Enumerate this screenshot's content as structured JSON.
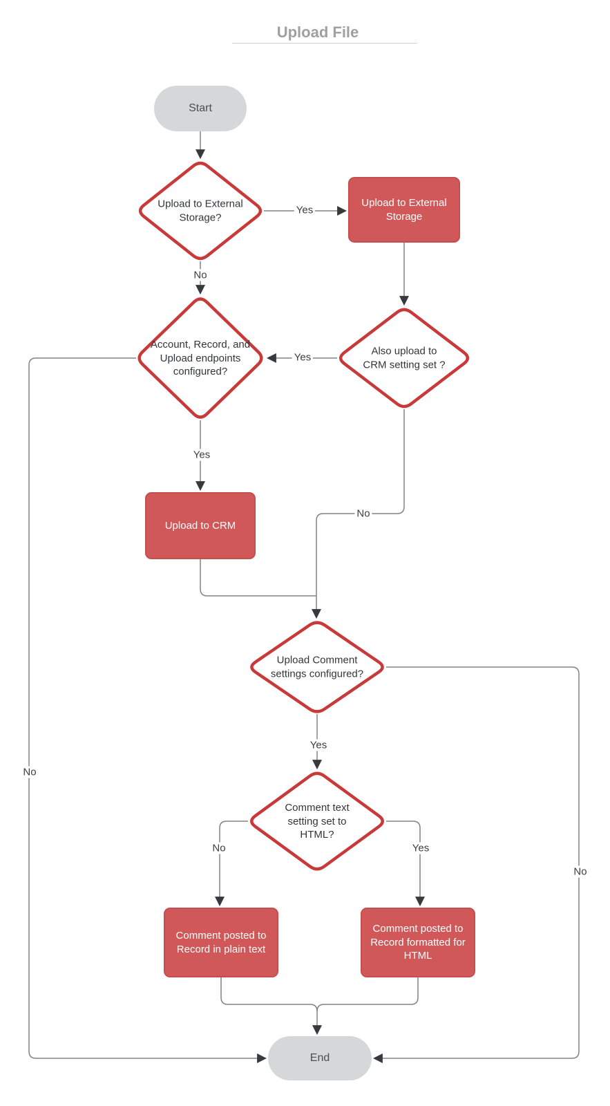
{
  "title": {
    "text": "Upload File"
  },
  "nodes": {
    "start": "Start",
    "end": "End",
    "decision_external": "Upload to External Storage?",
    "process_external": "Upload to External Storage",
    "decision_endpoints": "Account, Record, and Upload endpoints configured?",
    "decision_also_crm": "Also upload to CRM setting set ?",
    "process_crm": "Upload to CRM",
    "decision_comment_settings": "Upload Comment settings configured?",
    "decision_comment_html": "Comment text setting set to HTML?",
    "process_plain": "Comment posted to Record in plain text",
    "process_html": "Comment posted to Record formatted for HTML"
  },
  "edge_labels": {
    "external_yes": "Yes",
    "external_no": "No",
    "also_crm_yes": "Yes",
    "also_crm_no": "No",
    "endpoints_yes": "Yes",
    "endpoints_no": "No",
    "comment_settings_yes": "Yes",
    "comment_settings_no": "No",
    "comment_html_no": "No",
    "comment_html_yes": "Yes"
  },
  "colors": {
    "process_fill": "#d15858",
    "process_border": "#c64e4e",
    "decision_border": "#c83a3a",
    "terminal_fill": "#d5d7d9",
    "connector": "#808285",
    "arrowhead": "#36393d",
    "title_text": "#9da0a4"
  }
}
